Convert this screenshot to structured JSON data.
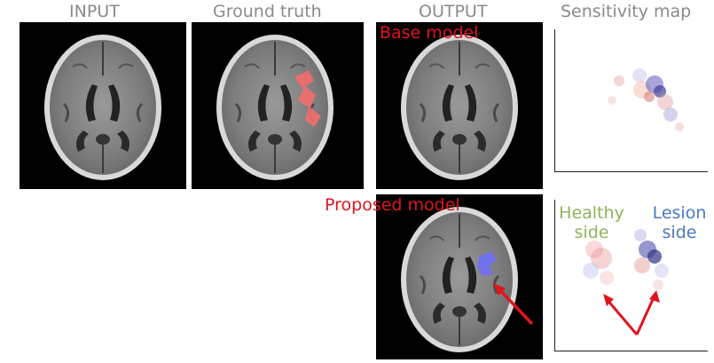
{
  "headers": {
    "input": "INPUT",
    "ground_truth": "Ground truth",
    "output": "OUTPUT",
    "sensitivity": "Sensitivity map"
  },
  "labels": {
    "base_model": "Base model",
    "proposed_model": "Proposed model",
    "healthy_line1": "Healthy",
    "healthy_line2": "side",
    "lesion_line1": "Lesion",
    "lesion_line2": "side"
  },
  "colors": {
    "ground_truth_overlay": "#f26d6d",
    "prediction_overlay": "#6f6ff5",
    "annotation_arrow": "#e0141e",
    "healthy_text": "#8db45a",
    "lesion_text": "#4a78c4"
  }
}
